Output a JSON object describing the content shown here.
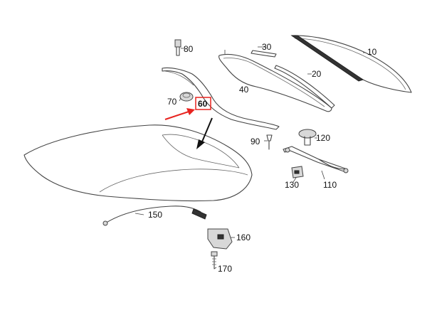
{
  "callouts": [
    {
      "id": "p10",
      "text": "10"
    },
    {
      "id": "p20",
      "text": "20"
    },
    {
      "id": "p30",
      "text": "30"
    },
    {
      "id": "p40",
      "text": "40"
    },
    {
      "id": "p60",
      "text": "60"
    },
    {
      "id": "p70",
      "text": "70"
    },
    {
      "id": "p80",
      "text": "80"
    },
    {
      "id": "p90",
      "text": "90"
    },
    {
      "id": "p110",
      "text": "110"
    },
    {
      "id": "p120",
      "text": "120"
    },
    {
      "id": "p130",
      "text": "130"
    },
    {
      "id": "p150",
      "text": "150"
    },
    {
      "id": "p160",
      "text": "160"
    },
    {
      "id": "p170",
      "text": "170"
    }
  ],
  "highlight": {
    "part": "60",
    "box_color": "#e8231f",
    "arrow_color": "#e8231f"
  }
}
